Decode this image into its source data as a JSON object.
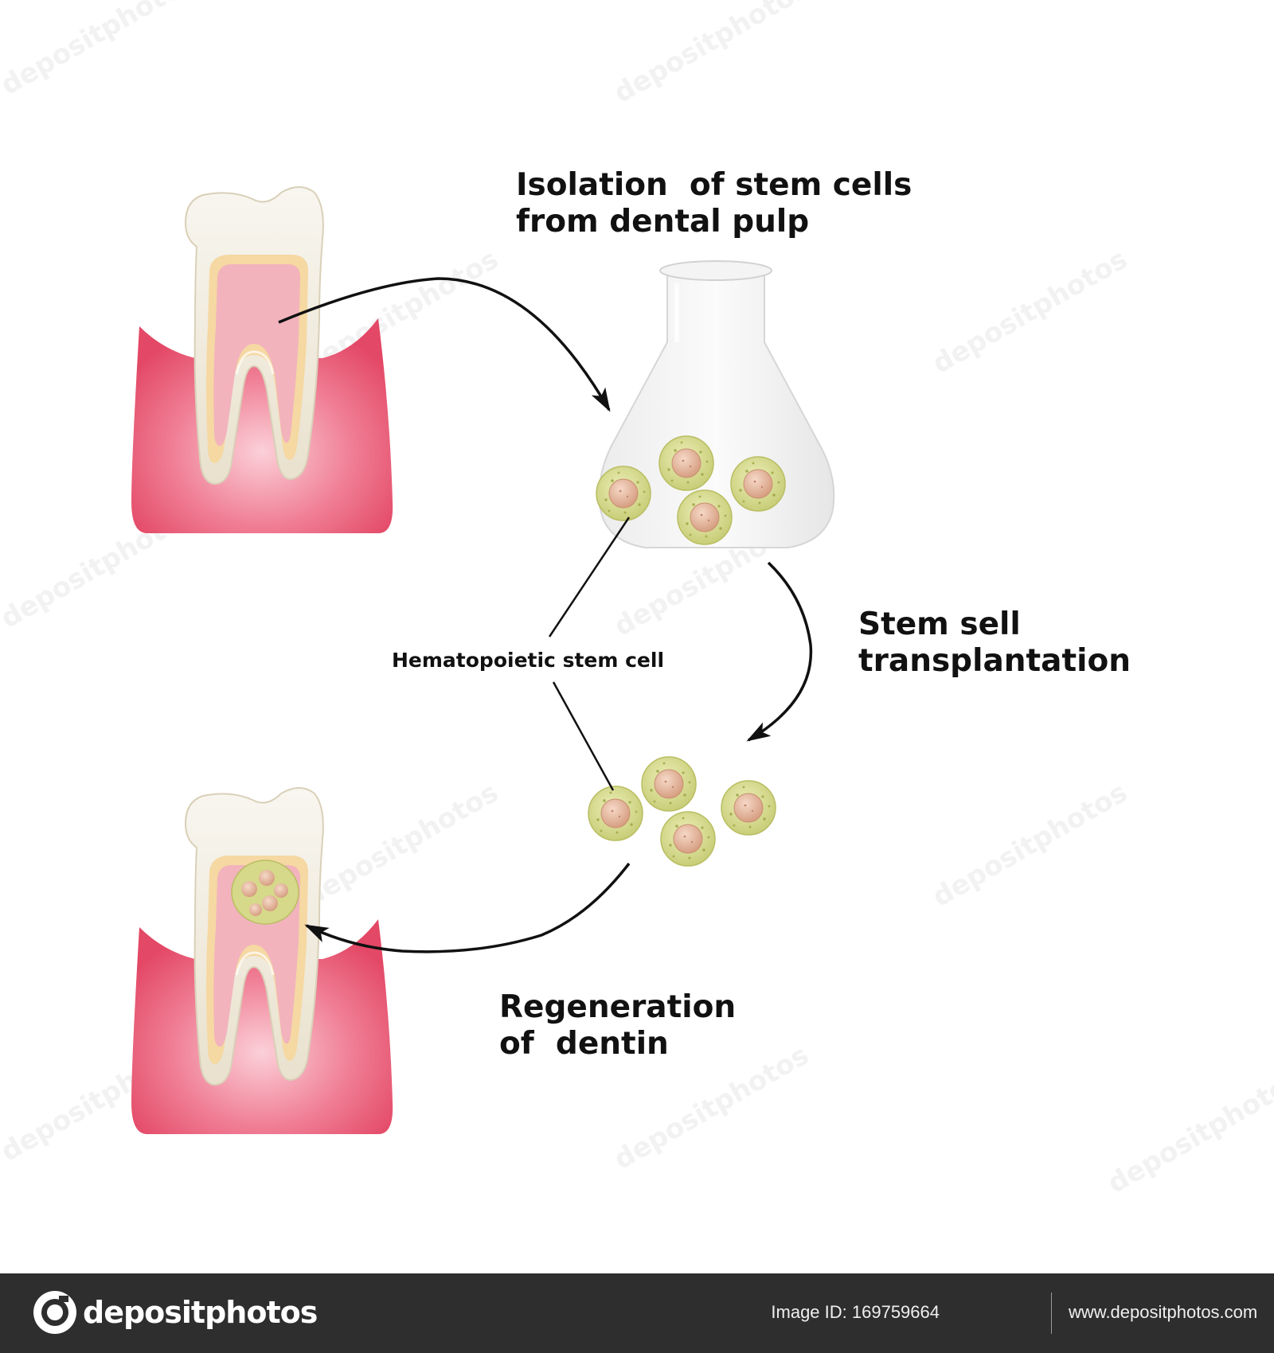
{
  "labels": {
    "isolation_line1": "Isolation  of stem cells",
    "isolation_line2": "from dental pulp",
    "transplant_line1": "Stem sell",
    "transplant_line2": "transplantation",
    "hematopoietic": "Hematopoietic stem cell",
    "regeneration_line1": "Regeneration",
    "regeneration_line2": "of  dentin"
  },
  "footer": {
    "logo_text": "depositphotos",
    "image_id": "Image ID: 169759664",
    "site": "www.depositphotos.com"
  },
  "watermark_text": "depositphotos",
  "colors": {
    "gum": "#e8506e",
    "gum_light": "#f7b8c4",
    "enamel": "#efe9da",
    "dentin": "#f4d9a8",
    "pulp": "#f2b3bd",
    "cell_outer": "#d9dc8e",
    "cell_nucleus": "#e2b79a",
    "footer_bg": "#2e2e2e"
  },
  "icons": [
    "healthy-tooth-icon",
    "regenerated-tooth-icon",
    "flask-icon",
    "stem-cell-icon",
    "arrow-icon"
  ]
}
